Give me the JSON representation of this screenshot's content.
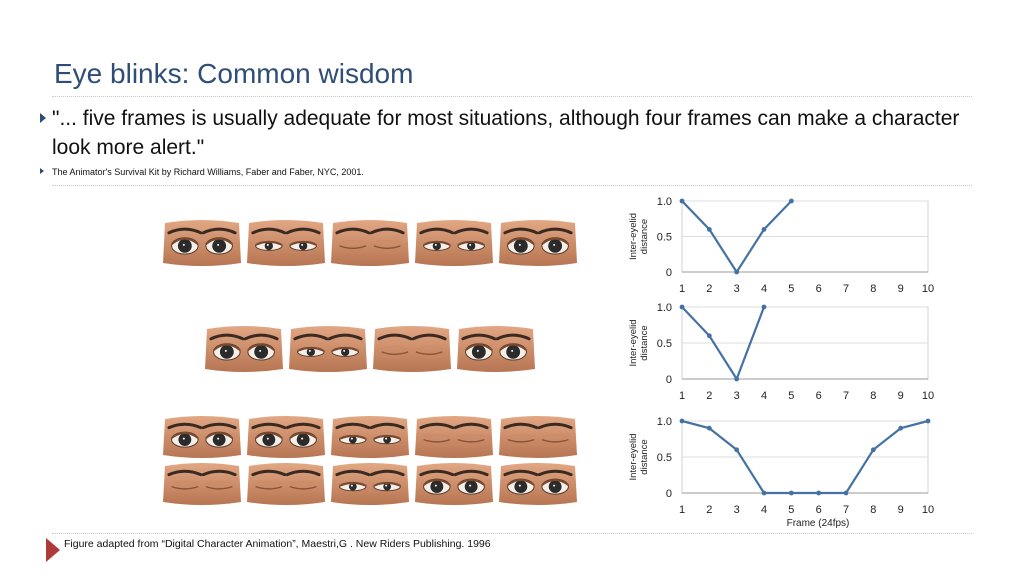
{
  "slide": {
    "title": "Eye blinks: Common wisdom",
    "quote": "\"... five frames is usually adequate for most situations, although four frames can make a character look more alert.\"",
    "citation": "The Animator's Survival Kit by Richard Williams, Faber and Faber, NYC, 2001.",
    "footer": "Figure adapted from “Digital Character Animation”, Maestri,G . New Riders Publishing. 1996",
    "accent_color": "#2e4e78",
    "footer_marker_color": "#b03a3a"
  },
  "eye_rows": [
    {
      "states": [
        "open",
        "half",
        "closed",
        "half",
        "open"
      ]
    },
    {
      "states": [
        "open",
        "half",
        "closed",
        "open"
      ]
    },
    {
      "states": [
        "open",
        "open",
        "half",
        "closed",
        "closed",
        "closed",
        "closed",
        "half",
        "open",
        "open"
      ]
    }
  ],
  "chart_data": [
    {
      "type": "line",
      "x": [
        1,
        2,
        3,
        4,
        5
      ],
      "y": [
        1.0,
        0.6,
        0,
        0.6,
        1.0
      ],
      "ylabel": "Inter-eyelid distance",
      "xlabel": "",
      "xlim": [
        1,
        10
      ],
      "ylim": [
        0,
        1.0
      ],
      "xticks": [
        "1",
        "2",
        "3",
        "4",
        "5",
        "6",
        "7",
        "8",
        "9",
        "10"
      ],
      "yticks": [
        "0",
        "0.5",
        "1.0"
      ],
      "color": "#4472a4"
    },
    {
      "type": "line",
      "x": [
        1,
        2,
        3,
        4
      ],
      "y": [
        1.0,
        0.6,
        0,
        1.0
      ],
      "ylabel": "Inter-eyelid distance",
      "xlabel": "",
      "xlim": [
        1,
        10
      ],
      "ylim": [
        0,
        1.0
      ],
      "xticks": [
        "1",
        "2",
        "3",
        "4",
        "5",
        "6",
        "7",
        "8",
        "9",
        "10"
      ],
      "yticks": [
        "0",
        "0.5",
        "1.0"
      ],
      "color": "#4472a4"
    },
    {
      "type": "line",
      "x": [
        1,
        2,
        3,
        4,
        5,
        6,
        7,
        8,
        9,
        10
      ],
      "y": [
        1.0,
        0.9,
        0.6,
        0,
        0,
        0,
        0,
        0.6,
        0.9,
        1.0
      ],
      "ylabel": "Inter-eyelid distance",
      "xlabel": "Frame (24fps)",
      "xlim": [
        1,
        10
      ],
      "ylim": [
        0,
        1.0
      ],
      "xticks": [
        "1",
        "2",
        "3",
        "4",
        "5",
        "6",
        "7",
        "8",
        "9",
        "10"
      ],
      "yticks": [
        "0",
        "0.5",
        "1.0"
      ],
      "color": "#4472a4"
    }
  ]
}
